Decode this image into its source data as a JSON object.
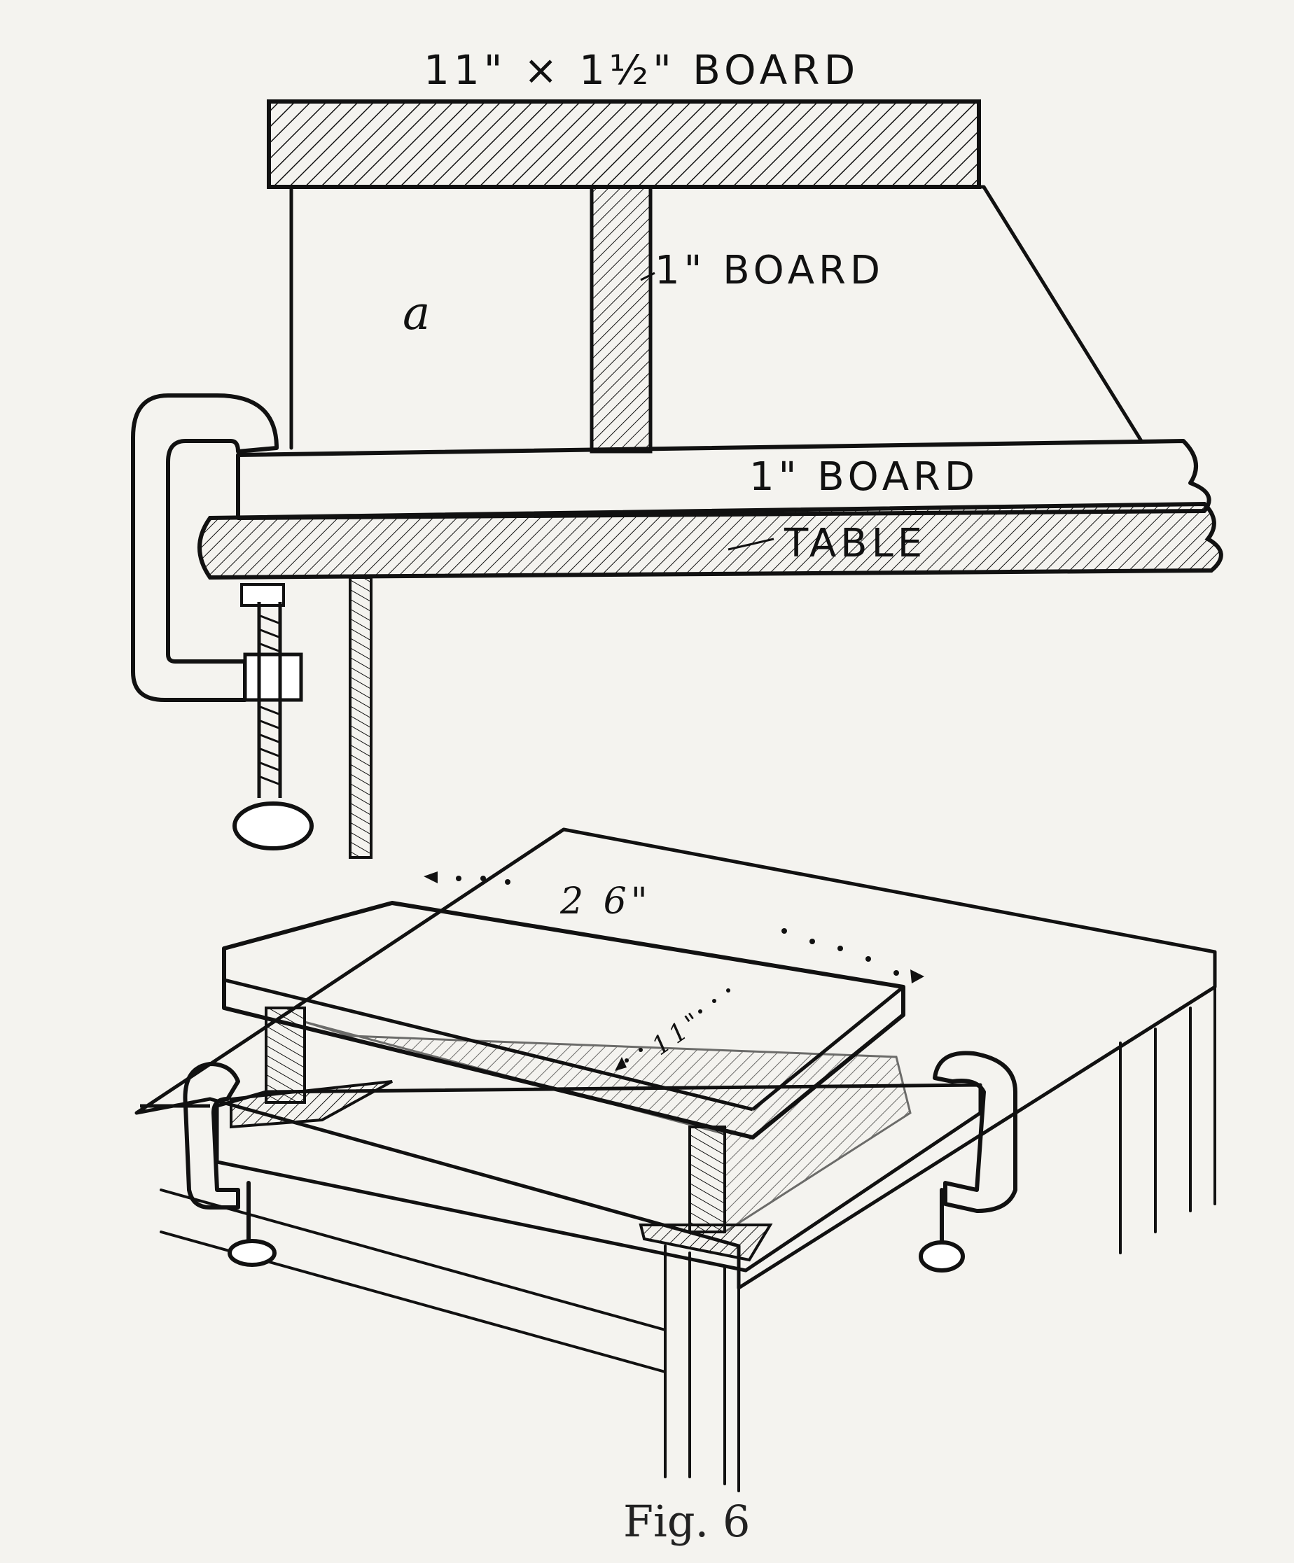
{
  "labels": {
    "top_board": "11\" × 1½\" BOARD",
    "upright_board": "1\" BOARD",
    "region_a": "a",
    "base_board": "1\" BOARD",
    "table": "TABLE",
    "length_dimension": "2 6\"",
    "width_dimension": "11\""
  },
  "caption": "Fig. 6"
}
